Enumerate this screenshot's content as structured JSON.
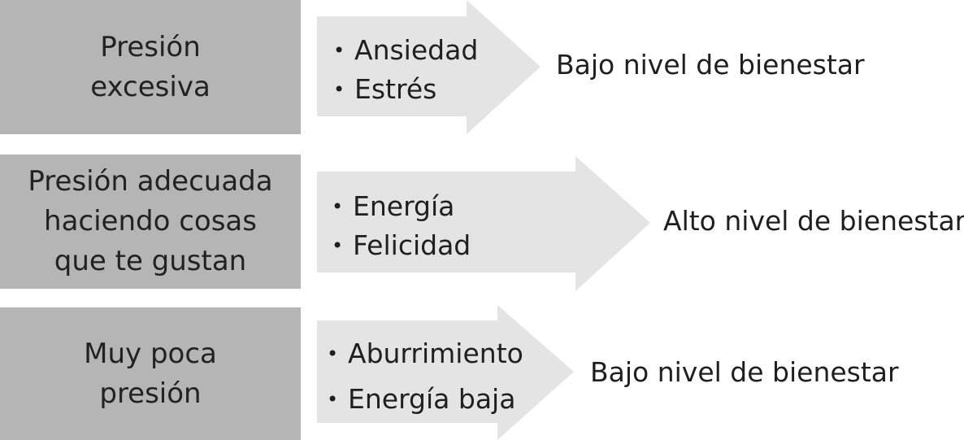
{
  "colors": {
    "box_fill": "#b5b5b5",
    "arrow_fill": "#e4e4e4",
    "text": "#1f1f1f"
  },
  "rows": [
    {
      "pressure": "Presión\nexcesiva",
      "effects": [
        "Ansiedad",
        "Estrés"
      ],
      "outcome": "Bajo nivel de bienestar"
    },
    {
      "pressure": "Presión adecuada\nhaciendo cosas\nque te gustan",
      "effects": [
        "Energía",
        "Felicidad"
      ],
      "outcome": "Alto nivel de bienestar"
    },
    {
      "pressure": "Muy poca\npresión",
      "effects": [
        "Aburrimiento",
        "Energía baja"
      ],
      "outcome": "Bajo nivel de bienestar"
    }
  ]
}
